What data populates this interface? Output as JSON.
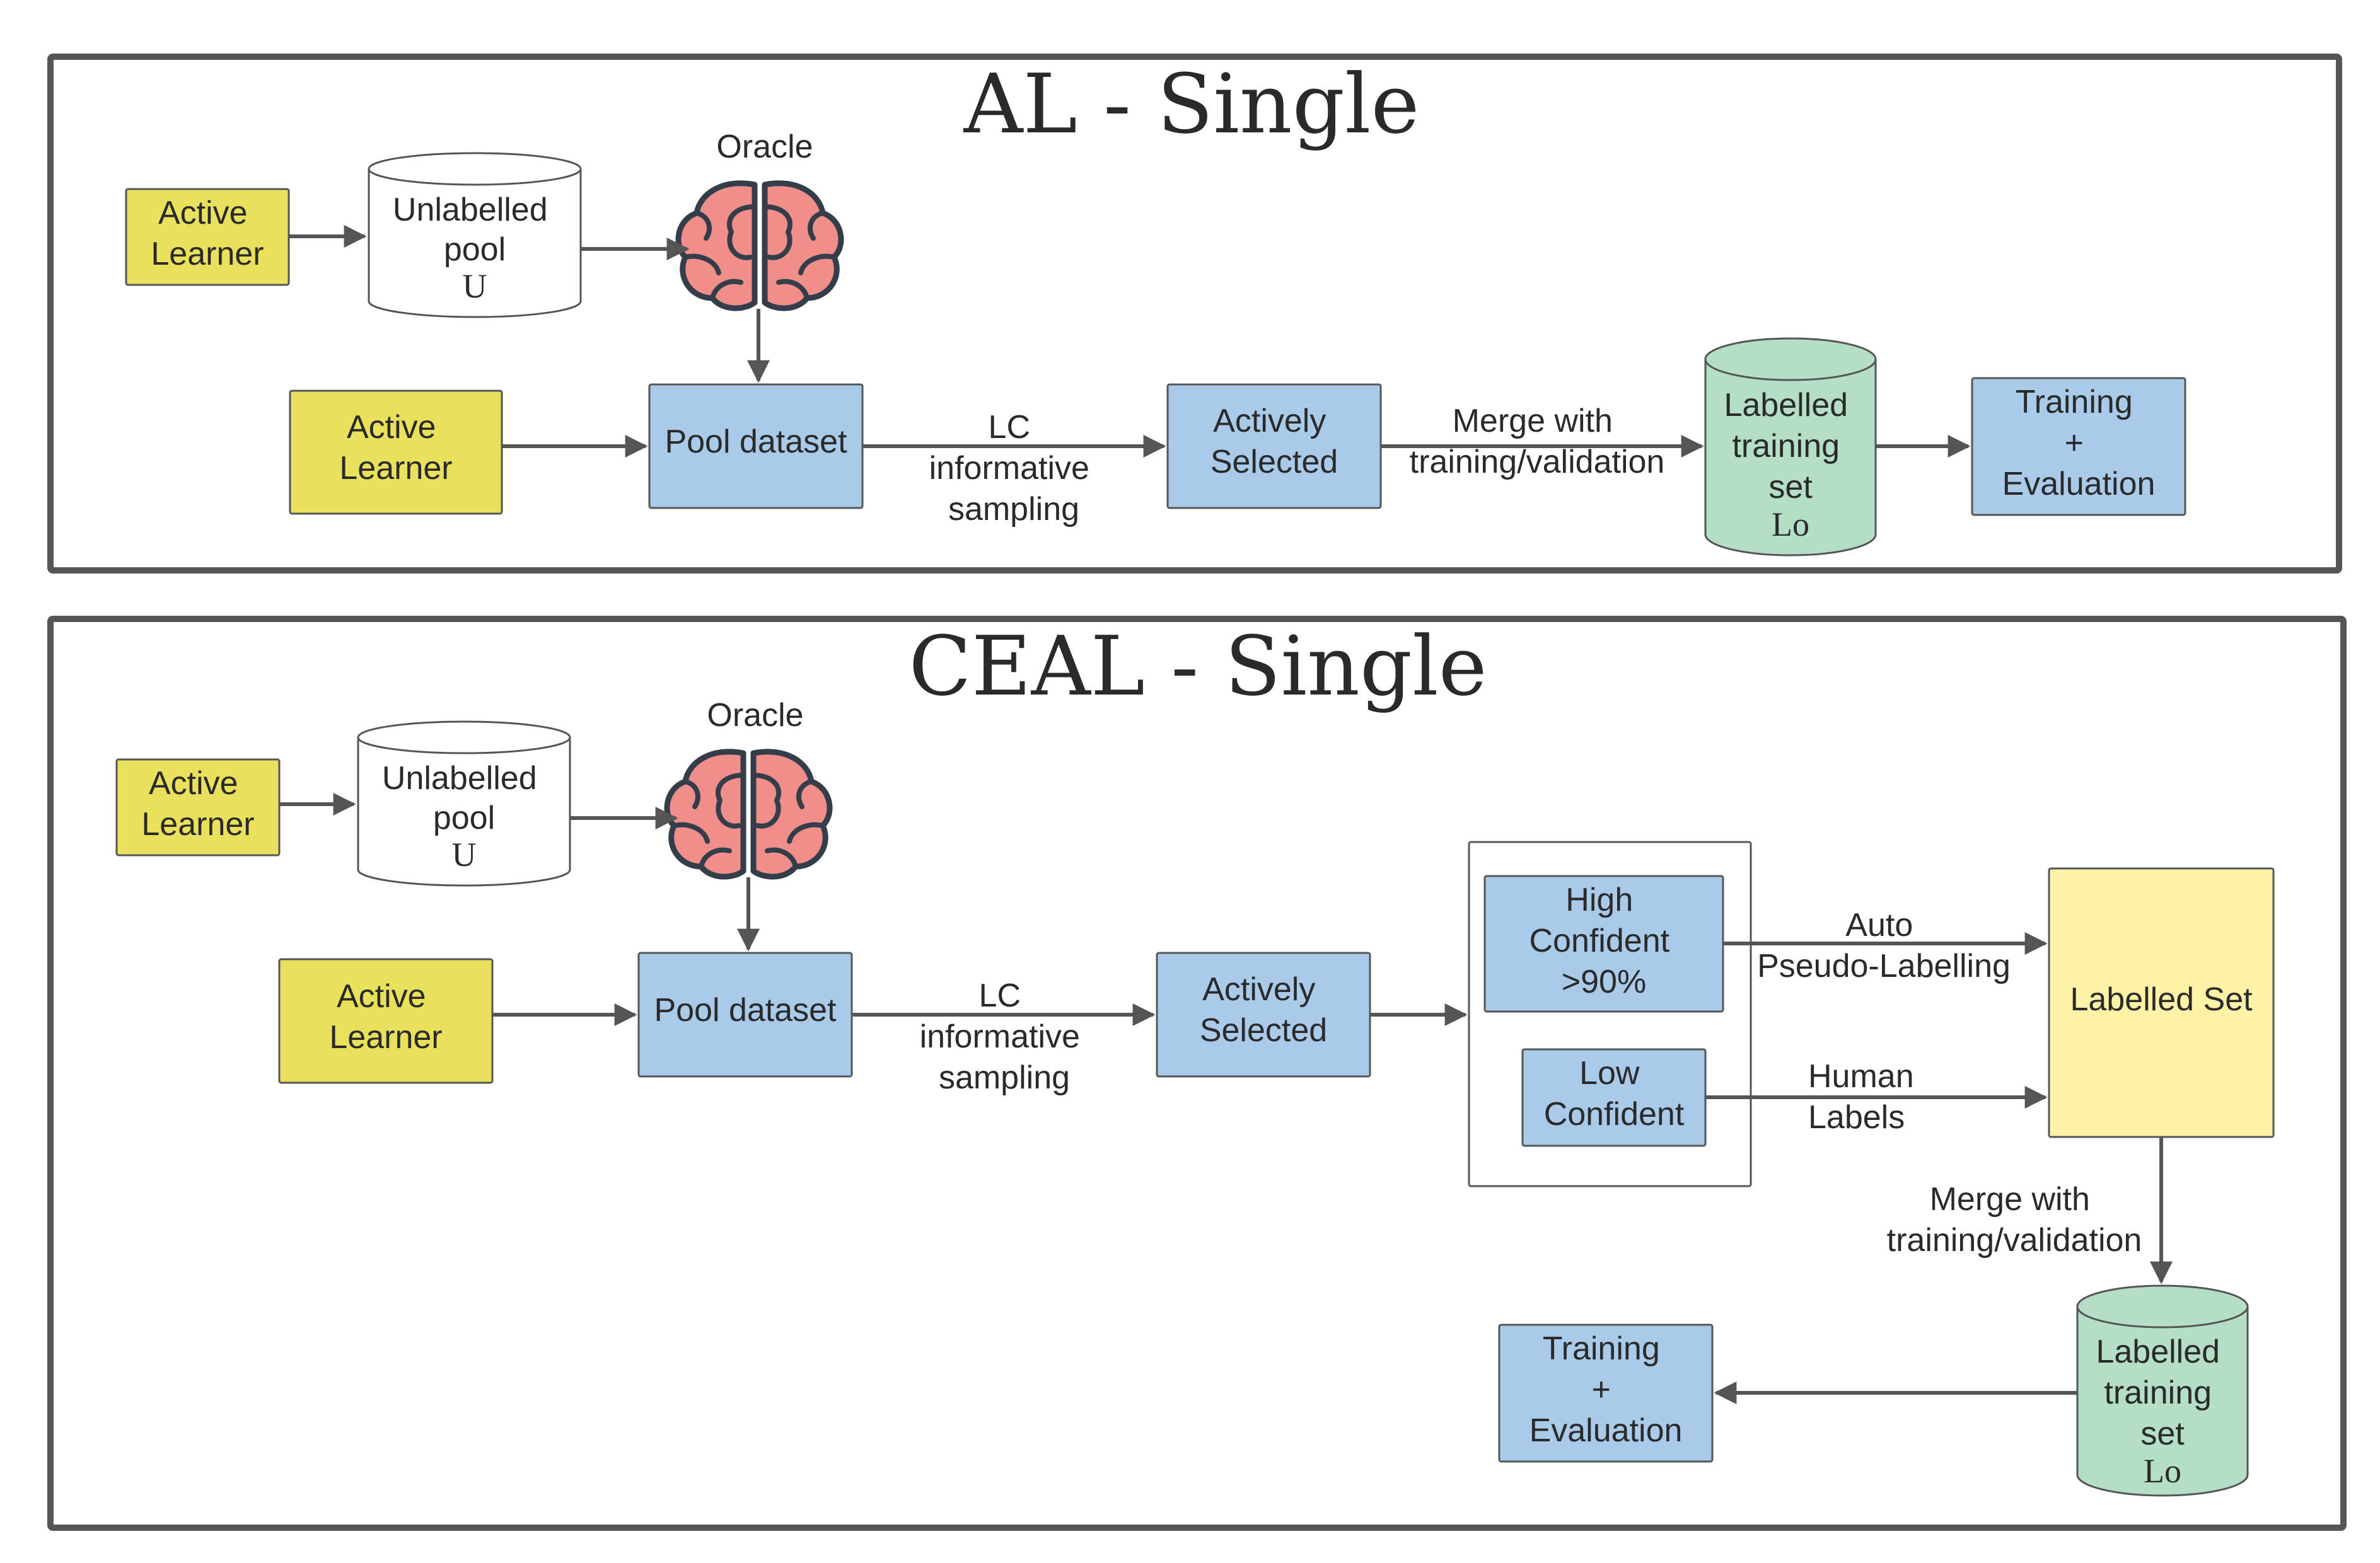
{
  "colors": {
    "frame": "#555555",
    "yellow": "#e9e15b",
    "blue": "#a9cbe9",
    "green": "#b4dec6",
    "pale_yellow": "#fff1a6",
    "brain": "#f08e8a",
    "brain_stroke": "#333e4a",
    "arrow": "#555555"
  },
  "icons": {
    "oracle": "brain-icon"
  },
  "al": {
    "title": "AL - Single",
    "top_learner": [
      "Active",
      "Learner"
    ],
    "unlabelled_pool": [
      "Unlabelled",
      "pool"
    ],
    "pool_symbol": "U",
    "oracle": "Oracle",
    "learner": [
      "Active",
      "Learner"
    ],
    "pool_dataset": "Pool dataset",
    "lc_sampling": [
      "LC",
      "informative",
      "sampling"
    ],
    "actively_selected": [
      "Actively",
      "Selected"
    ],
    "merge": [
      "Merge with",
      "training/validation"
    ],
    "labelled_training": [
      "Labelled",
      "training",
      "set"
    ],
    "labelled_symbol": "Lo",
    "training_eval": [
      "Training",
      "+",
      "Evaluation"
    ]
  },
  "ceal": {
    "title": "CEAL - Single",
    "top_learner": [
      "Active",
      "Learner"
    ],
    "unlabelled_pool": [
      "Unlabelled",
      "pool"
    ],
    "pool_symbol": "U",
    "oracle": "Oracle",
    "learner": [
      "Active",
      "Learner"
    ],
    "pool_dataset": "Pool dataset",
    "lc_sampling": [
      "LC",
      "informative",
      "sampling"
    ],
    "actively_selected": [
      "Actively",
      "Selected"
    ],
    "high_confident": [
      "High",
      "Confident",
      ">90%"
    ],
    "low_confident": [
      "Low",
      "Confident"
    ],
    "auto_pseudo": [
      "Auto",
      "Pseudo-Labelling"
    ],
    "human_labels": [
      "Human",
      "Labels"
    ],
    "labelled_set": "Labelled Set",
    "merge": [
      "Merge with",
      "training/validation"
    ],
    "labelled_training": [
      "Labelled",
      "training",
      "set"
    ],
    "labelled_symbol": "Lo",
    "training_eval": [
      "Training",
      "+",
      "Evaluation"
    ]
  }
}
